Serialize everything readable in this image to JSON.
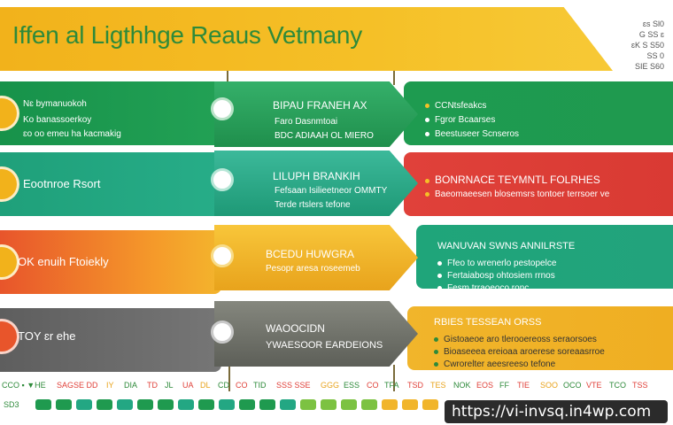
{
  "title": "Iffen al Ligthhge Reaus Vetmany",
  "corner_notes": [
    "ɛs Sl0",
    "G SS ɛ",
    "ɛK S S50",
    "SS 0",
    "SIE S60"
  ],
  "rows": [
    {
      "left_lines": [
        "Nɛ bymanuokoh",
        "Ko banassoerkoy",
        "ɛo oo emeu ha kacmakig"
      ],
      "mid_heading": "BIPAU FRANEH AX",
      "mid_lines": [
        "Faro Dasnmtoai",
        "BDC ADIAAH OL MIERO"
      ],
      "right_lines": [
        "CCNtsfeakcs",
        "Fgror Bcaarses",
        "Beestuseer Scnseros"
      ],
      "colors": {
        "left": "#1f9a4f",
        "mid": "#2a9d5c",
        "right": "#1f9a4f"
      }
    },
    {
      "left_heading": "Eootnroe Rsort",
      "mid_heading": "LILUPH BRANKIH",
      "mid_lines": [
        "Fefsaan Isilieetneor OMMTY",
        "Terde rtslers tefone"
      ],
      "right_heading": "BONRNACE TEYMNTL FOLRHES",
      "right_lines": [
        "Baeomaeesen blosemsrs tontoer terrsoer ve"
      ],
      "colors": {
        "left": "#23a783",
        "mid": "#22a37f",
        "right": "#e0413a"
      }
    },
    {
      "left_heading": "OK enuih Ftoiekly",
      "mid_heading": "BCEDU HUWGRA",
      "mid_lines": [
        "Pesopr aresa roseemeb"
      ],
      "right_heading": "WANUVAN SWNS ANNILRSTE",
      "right_lines": [
        "Ffeo to wrenerlo pestopelce",
        "Fertaiabosp ohtosiem rrnos",
        "Fesm trraoeoco ronc"
      ],
      "colors": {
        "left": "#ef7c2a",
        "mid": "#f1b52b",
        "right": "#1fa57a"
      }
    },
    {
      "left_heading": "TOY ɛr ehe",
      "mid_heading": "WAOOCIDN",
      "mid_lines": [
        "YWAESOOR EARDEIONS"
      ],
      "right_heading": "RBIES TESSEAN ORSS",
      "right_lines": [
        "Gistoaeoe aro tlerooereoss seraorsoes",
        "Bioaseeea ereioaa aroerese soreaasrroe",
        "Cwrorelter aeesreeso tefone"
      ],
      "colors": {
        "left": "#6c6c6c",
        "mid": "#6f7268",
        "right": "#f1b52b"
      }
    }
  ],
  "legend_labels": [
    "CCO ▪ ▼HE",
    "SAGSE DD",
    "IY",
    "DIA",
    "TD",
    "JL",
    "UA",
    "DL",
    "CD",
    "CO",
    "TID",
    "SSS SSE",
    "GGG",
    "ESS",
    "CO",
    "TFA",
    "TSD",
    "TES",
    "NOK",
    "EOS",
    "FF",
    "TIE",
    "SOO",
    "OCO",
    "VTE",
    "TCO",
    "TSS"
  ],
  "url": "https://vi-invsq.in4wp.com",
  "url_caption": "SD3"
}
